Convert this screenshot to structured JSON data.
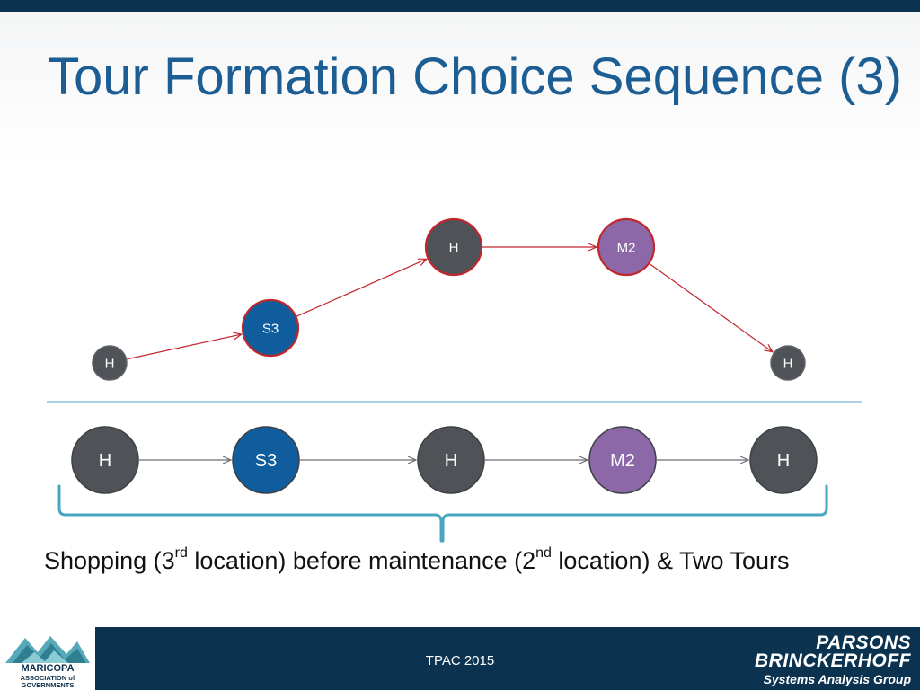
{
  "slide": {
    "title": "Tour Formation Choice Sequence (3)"
  },
  "colors": {
    "home": "#4f5257",
    "shopping": "#0f5d9c",
    "maintenance": "#8c68a9",
    "highlight_outline": "#c0272d",
    "divider": "#8fc3d8",
    "brace": "#4aa6c0",
    "footer_bg": "#0b3350",
    "title": "#1c5e94"
  },
  "upper_sequence": {
    "nodes": [
      {
        "id": "h1",
        "label": "H",
        "kind": "home"
      },
      {
        "id": "s3",
        "label": "S3",
        "kind": "shopping"
      },
      {
        "id": "h2",
        "label": "H",
        "kind": "home"
      },
      {
        "id": "m2",
        "label": "M2",
        "kind": "maintenance"
      },
      {
        "id": "h3",
        "label": "H",
        "kind": "home"
      }
    ]
  },
  "lower_sequence": {
    "nodes": [
      {
        "id": "lh1",
        "label": "H",
        "kind": "home"
      },
      {
        "id": "ls3",
        "label": "S3",
        "kind": "shopping"
      },
      {
        "id": "lh2",
        "label": "H",
        "kind": "home"
      },
      {
        "id": "lm2",
        "label": "M2",
        "kind": "maintenance"
      },
      {
        "id": "lh3",
        "label": "H",
        "kind": "home"
      }
    ]
  },
  "caption": {
    "part1": "Shopping (3",
    "sup1": "rd",
    "part2": " location) before maintenance (2",
    "sup2": "nd",
    "part3": " location) & Two Tours"
  },
  "footer": {
    "center_text": "TPAC 2015",
    "left_logo": {
      "line1": "MARICOPA",
      "line2": "ASSOCIATION of",
      "line3": "GOVERNMENTS"
    },
    "right_logo": {
      "line1": "PARSONS",
      "line2": "BRINCKERHOFF",
      "line3": "Systems Analysis Group"
    }
  }
}
